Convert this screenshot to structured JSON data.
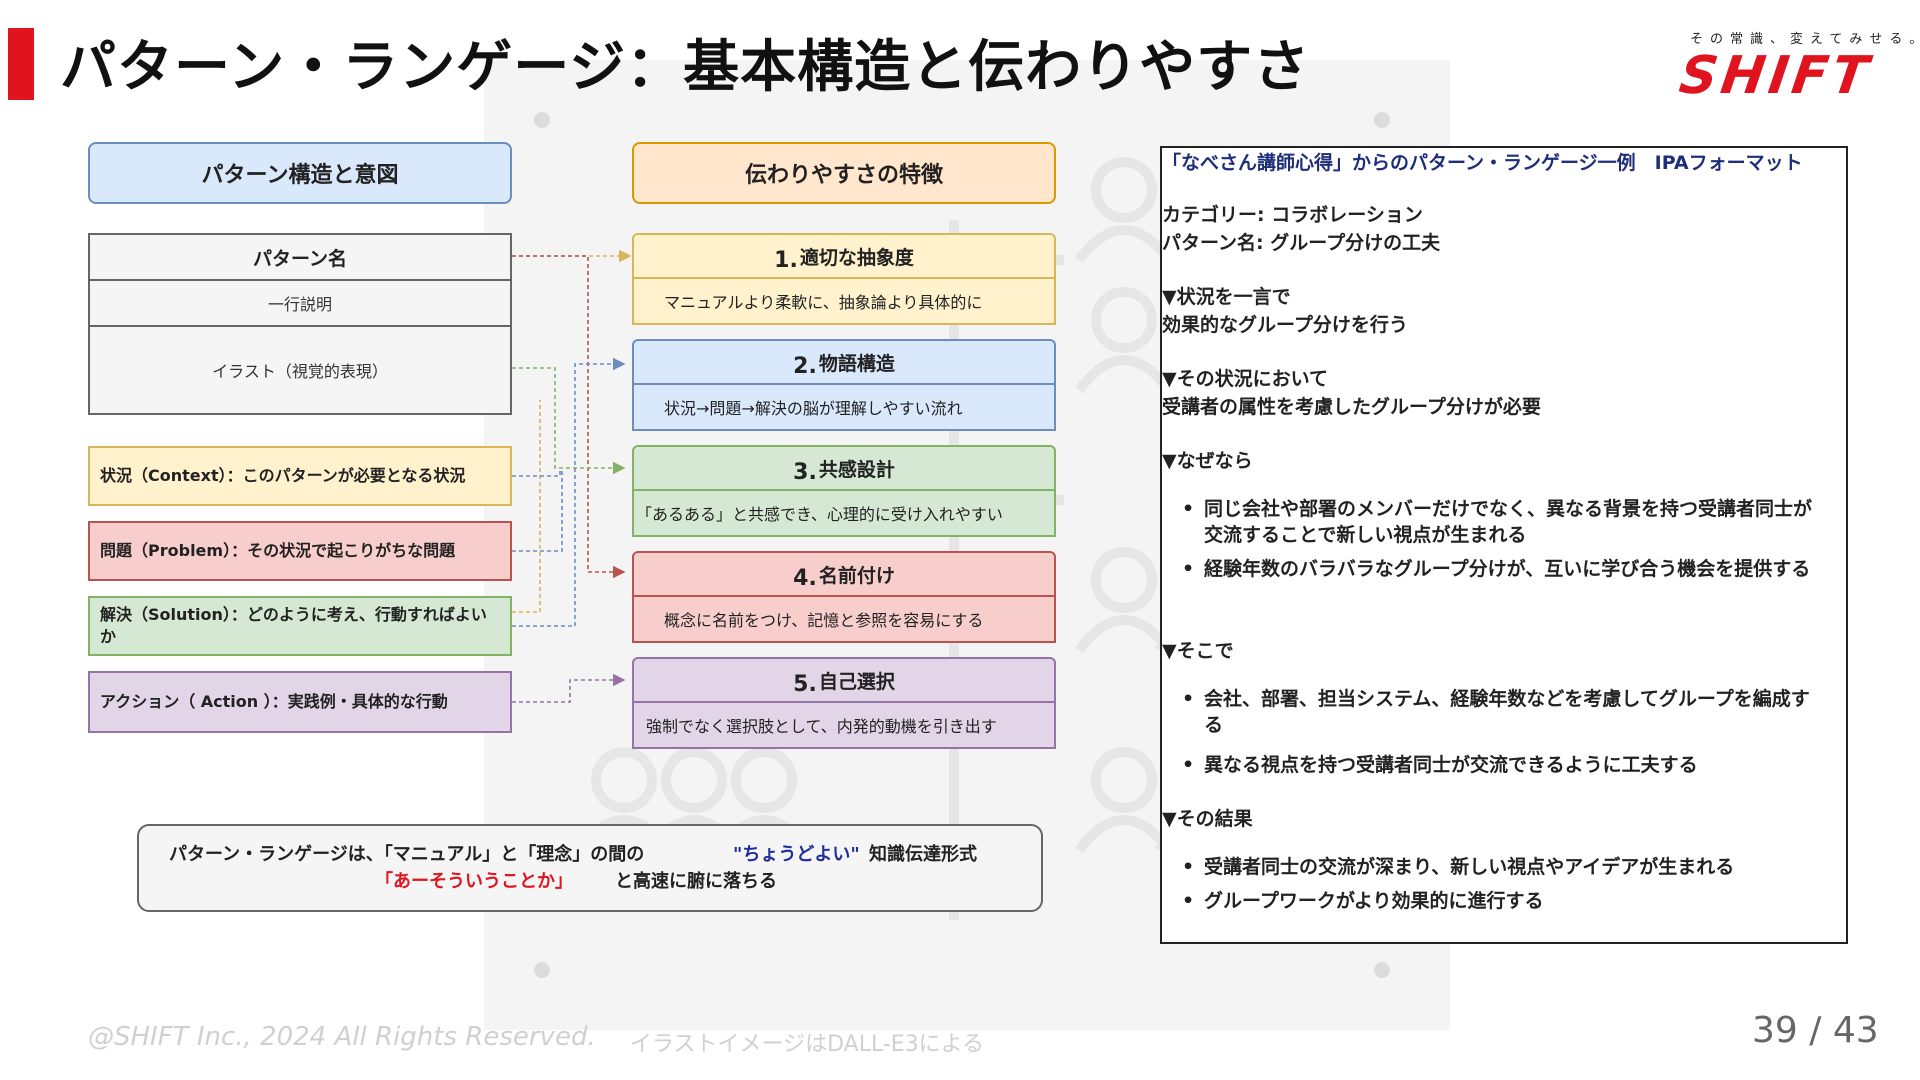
{
  "title": "パターン・ランゲージ：基本構造と伝わりやすさ",
  "logo": {
    "tagline": "その常識、変えてみせる。",
    "word": "SHIFT"
  },
  "left": {
    "header": "パターン構造と意図",
    "pattern_card": {
      "name": "パターン名",
      "one_line": "一行説明",
      "illustration": "イラスト（視覚的表現）"
    },
    "sections": [
      {
        "text": "状況（Context）：このパターンが必要となる状況"
      },
      {
        "text": "問題（Problem）：その状況で起こりがちな問題"
      },
      {
        "text": "解決（Solution）：どのように考え、行動すればよいか"
      },
      {
        "text": "アクション（ Action ）：実践例・具体的な行動"
      }
    ]
  },
  "middle": {
    "header": "伝わりやすさの特徴",
    "features": [
      {
        "num": "1.",
        "title": "適切な抽象度",
        "desc": "マニュアルより柔軟に、抽象論より具体的に"
      },
      {
        "num": "2.",
        "title": "物語構造",
        "desc": "状況→問題→解決の脳が理解しやすい流れ"
      },
      {
        "num": "3.",
        "title": "共感設計",
        "desc": "「あるある」と共感でき、心理的に受け入れやすい"
      },
      {
        "num": "4.",
        "title": "名前付け",
        "desc": "概念に名前をつけ、記憶と参照を容易にする"
      },
      {
        "num": "5.",
        "title": "自己選択",
        "desc": "強制でなく選択肢として、内発的動機を引き出す"
      }
    ]
  },
  "summary": {
    "line1_a": "パターン・ランゲージは、「マニュアル」と「理念」の間の",
    "line1_highlight": "\"ちょうどよい\"",
    "line1_b": "知識伝達形式",
    "line2_highlight": "「あーそういうことか」",
    "line2_b": "と高速に腑に落ちる"
  },
  "example": {
    "heading": "「なべさん講師心得」からのパターン・ランゲージ一例　IPAフォーマット",
    "category": "カテゴリー: コラボレーション",
    "pattern_name": "パターン名: グループ分けの工夫",
    "situation_label": "▼状況を一言で",
    "situation": "効果的なグループ分けを行う",
    "context_label": "▼その状況において",
    "context": "受講者の属性を考慮したグループ分けが必要",
    "because_label": "▼なぜなら",
    "because": [
      "同じ会社や部署のメンバーだけでなく、異なる背景を持つ受講者同士が交流することで新しい視点が生まれる",
      "経験年数のバラバラなグループ分けが、互いに学び合う機会を提供する"
    ],
    "therefore_label": "▼そこで",
    "therefore": [
      "会社、部署、担当システム、経験年数などを考慮してグループを編成する",
      "異なる視点を持つ受講者同士が交流できるように工夫する"
    ],
    "result_label": "▼その結果",
    "result": [
      "受講者同士の交流が深まり、新しい視点やアイデアが生まれる",
      "グループワークがより効果的に進行する"
    ]
  },
  "footer": {
    "copyright": "@SHIFT Inc., 2024 All Rights Reserved.",
    "illustration_credit": "イラストイメージはDALL-E3による",
    "page": "39 / 43"
  },
  "colors": {
    "accent_red": "#e0141e",
    "heading_blue": "#1f2e7a",
    "context": "#fff2cc",
    "problem": "#f8cecc",
    "solution": "#d5e8d4",
    "action": "#e1d5e7",
    "header_blue": "#dae8fc",
    "header_orange": "#ffe6cc"
  }
}
